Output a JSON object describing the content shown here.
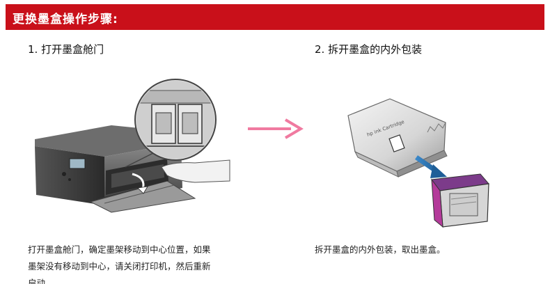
{
  "header": {
    "title": "更换墨盒操作步骤:",
    "background": "#c9101a",
    "text_color": "#ffffff"
  },
  "steps": [
    {
      "title": "1. 打开墨盒舱门",
      "image_icon": "printer-open-door-icon",
      "description_lines": [
        "打开墨盒舱门，确定墨架移动到中心位置，如果",
        "墨架没有移动到中心，请关闭打印机，然后重新",
        "启动。"
      ]
    },
    {
      "title": "2. 拆开墨盒的内外包装",
      "image_icon": "ink-cartridge-unwrap-icon",
      "description_lines": [
        "拆开墨盒的内外包装，取出墨盒。"
      ]
    }
  ],
  "arrow": {
    "icon": "right-arrow-icon",
    "color": "#f07aa0"
  }
}
